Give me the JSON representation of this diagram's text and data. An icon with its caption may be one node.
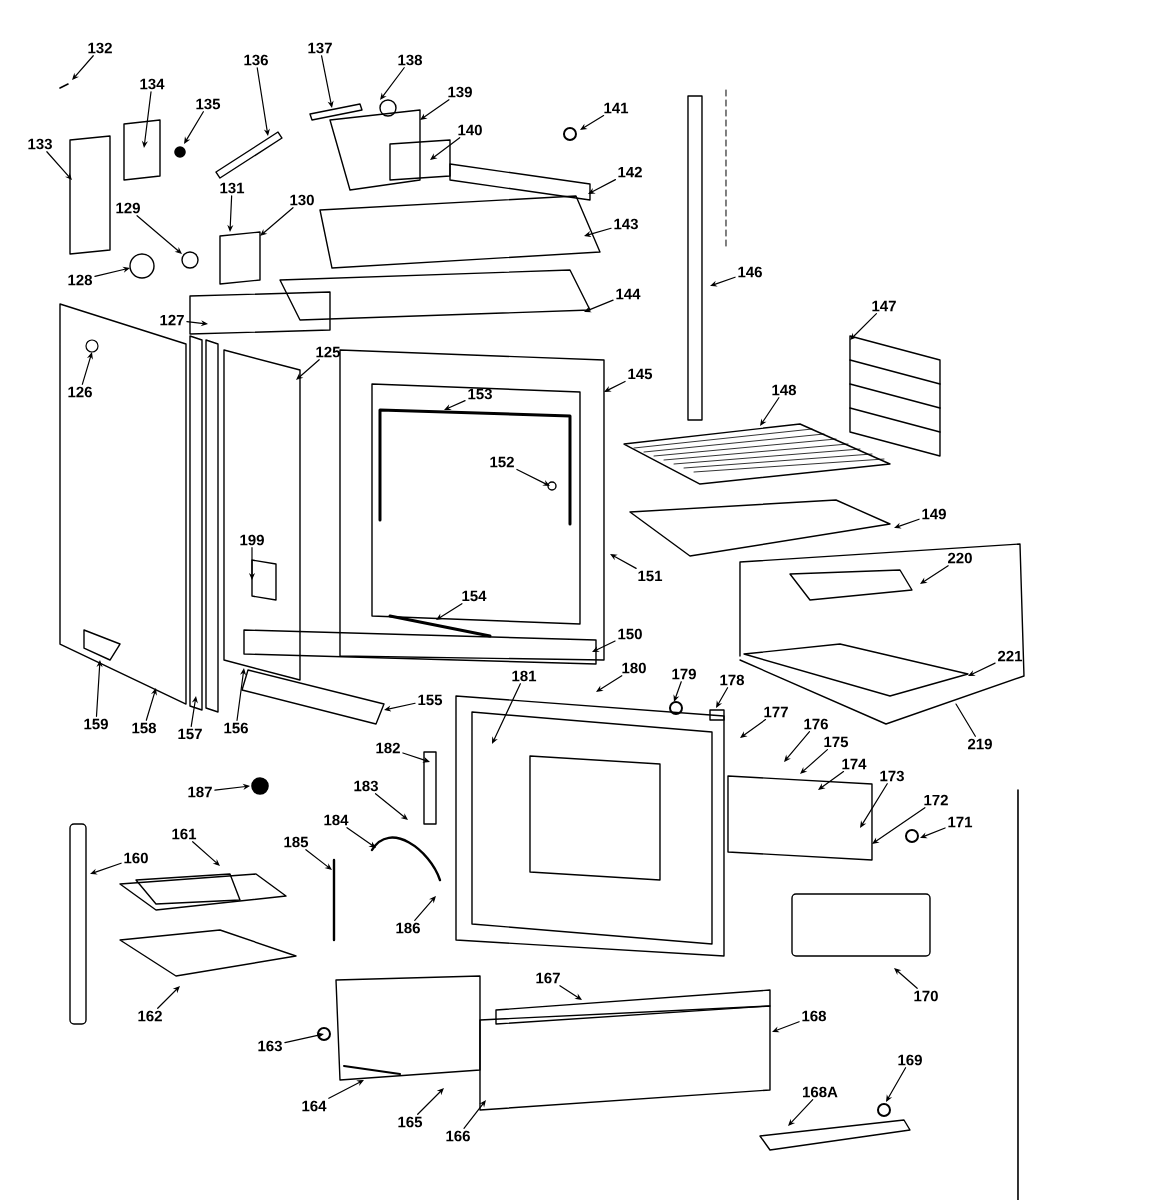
{
  "diagram": {
    "nodes": [
      {
        "text": [
          "136"
        ]
      },
      {
        "text": [
          "137"
        ]
      },
      {
        "text": [
          "138"
        ]
      },
      {
        "text": [
          "132"
        ]
      },
      {
        "text": [
          "139"
        ]
      },
      {
        "text": [
          "141"
        ]
      },
      {
        "text": [
          "134"
        ]
      },
      {
        "text": [
          "133"
        ]
      },
      {
        "text": [
          "135"
        ]
      },
      {
        "text": [
          "140"
        ]
      },
      {
        "text": [
          "142"
        ]
      },
      {
        "text": [
          "131"
        ]
      },
      {
        "text": [
          "130"
        ]
      },
      {
        "text": [
          "143"
        ]
      },
      {
        "text": [
          "129"
        ]
      },
      {
        "text": [
          "146"
        ]
      },
      {
        "text": [
          "128"
        ]
      },
      {
        "text": [
          "144"
        ]
      },
      {
        "text": [
          "127"
        ]
      },
      {
        "text": [
          "147"
        ]
      },
      {
        "text": [
          "125"
        ]
      },
      {
        "text": [
          "126"
        ]
      },
      {
        "text": [
          "145"
        ]
      },
      {
        "text": [
          "148"
        ]
      },
      {
        "text": [
          "153"
        ]
      },
      {
        "text": [
          "152"
        ]
      },
      {
        "text": [
          "149"
        ]
      },
      {
        "text": [
          "199"
        ]
      },
      {
        "text": [
          "220"
        ]
      },
      {
        "text": [
          "151"
        ]
      },
      {
        "text": [
          "154"
        ]
      },
      {
        "text": [
          "150"
        ]
      },
      {
        "text": [
          "221"
        ]
      },
      {
        "text": [
          "180"
        ]
      },
      {
        "text": [
          "158"
        ]
      },
      {
        "text": [
          "156"
        ]
      },
      {
        "text": [
          "179"
        ]
      },
      {
        "text": [
          "178"
        ]
      },
      {
        "text": [
          "157"
        ]
      },
      {
        "text": [
          "159"
        ]
      },
      {
        "text": [
          "155"
        ]
      },
      {
        "text": [
          "181"
        ]
      },
      {
        "text": [
          "177"
        ]
      },
      {
        "text": [
          "176"
        ]
      },
      {
        "text": [
          "175"
        ]
      },
      {
        "text": [
          "219"
        ]
      },
      {
        "text": [
          "182"
        ]
      },
      {
        "text": [
          "174"
        ]
      },
      {
        "text": [
          "187"
        ]
      },
      {
        "text": [
          "173"
        ]
      },
      {
        "text": [
          "183"
        ]
      },
      {
        "text": [
          "172"
        ]
      },
      {
        "text": [
          "171"
        ]
      },
      {
        "text": [
          "184"
        ]
      },
      {
        "text": [
          "185"
        ]
      },
      {
        "text": [
          "161"
        ]
      },
      {
        "text": [
          "160"
        ]
      },
      {
        "text": [
          "186"
        ]
      },
      {
        "text": [
          "167"
        ]
      },
      {
        "text": [
          "170"
        ]
      },
      {
        "text": [
          "162"
        ]
      },
      {
        "text": [
          "168"
        ]
      },
      {
        "text": [
          "163"
        ]
      },
      {
        "text": [
          "169"
        ]
      },
      {
        "text": [
          "168A"
        ]
      },
      {
        "text": [
          "164"
        ]
      },
      {
        "text": [
          "165"
        ]
      },
      {
        "text": [
          "166"
        ]
      }
    ],
    "edges": [
      {
        "from": 0,
        "to": null,
        "arrow": "to"
      },
      {
        "from": 1,
        "to": null,
        "arrow": "to"
      },
      {
        "from": 2,
        "to": null,
        "arrow": "to"
      },
      {
        "from": 3,
        "to": null,
        "arrow": "to"
      },
      {
        "from": 4,
        "to": null,
        "arrow": "to"
      },
      {
        "from": 5,
        "to": null,
        "arrow": "to"
      },
      {
        "from": 6,
        "to": null,
        "arrow": "to"
      },
      {
        "from": 7,
        "to": null,
        "arrow": "to"
      },
      {
        "from": 8,
        "to": null,
        "arrow": "to"
      },
      {
        "from": 9,
        "to": null,
        "arrow": "to"
      },
      {
        "from": 10,
        "to": null,
        "arrow": "to"
      },
      {
        "from": 11,
        "to": null,
        "arrow": "to"
      },
      {
        "from": 12,
        "to": null,
        "arrow": "to"
      },
      {
        "from": 13,
        "to": null,
        "arrow": "to"
      },
      {
        "from": 14,
        "to": null,
        "arrow": "to"
      },
      {
        "from": 15,
        "to": null,
        "arrow": "to"
      },
      {
        "from": 16,
        "to": null,
        "arrow": "to"
      },
      {
        "from": 17,
        "to": null,
        "arrow": "to"
      },
      {
        "from": 18,
        "to": null,
        "arrow": "to"
      },
      {
        "from": 19,
        "to": null,
        "arrow": "to"
      },
      {
        "from": 20,
        "to": null,
        "arrow": "to"
      },
      {
        "from": 21,
        "to": null,
        "arrow": "to"
      },
      {
        "from": 22,
        "to": null,
        "arrow": "to"
      },
      {
        "from": 23,
        "to": null,
        "arrow": "to"
      },
      {
        "from": 24,
        "to": null,
        "arrow": "to"
      },
      {
        "from": 25,
        "to": null,
        "arrow": "to"
      },
      {
        "from": 26,
        "to": null,
        "arrow": "to"
      },
      {
        "from": 27,
        "to": null,
        "arrow": "to"
      },
      {
        "from": 28,
        "to": null,
        "arrow": "to"
      },
      {
        "from": 29,
        "to": null,
        "arrow": "to"
      },
      {
        "from": 30,
        "to": null,
        "arrow": "to"
      },
      {
        "from": 31,
        "to": null,
        "arrow": "to"
      },
      {
        "from": 32,
        "to": null,
        "arrow": "to"
      },
      {
        "from": 33,
        "to": null,
        "arrow": "to"
      },
      {
        "from": 34,
        "to": null,
        "arrow": "to"
      },
      {
        "from": 35,
        "to": null,
        "arrow": "to"
      },
      {
        "from": 36,
        "to": null,
        "arrow": "to"
      },
      {
        "from": 37,
        "to": null,
        "arrow": "to"
      },
      {
        "from": 38,
        "to": null,
        "arrow": "to"
      },
      {
        "from": 39,
        "to": null,
        "arrow": "to"
      },
      {
        "from": 40,
        "to": null,
        "arrow": "to"
      },
      {
        "from": 41,
        "to": null,
        "arrow": "to"
      },
      {
        "from": 42,
        "to": null,
        "arrow": "to"
      },
      {
        "from": 43,
        "to": null,
        "arrow": "to"
      },
      {
        "from": 44,
        "to": null,
        "arrow": "to"
      },
      {
        "from": 45,
        "to": null,
        "arrow": "none"
      },
      {
        "from": 46,
        "to": null,
        "arrow": "to"
      },
      {
        "from": 47,
        "to": null,
        "arrow": "to"
      },
      {
        "from": 48,
        "to": null,
        "arrow": "to"
      },
      {
        "from": 49,
        "to": null,
        "arrow": "to"
      },
      {
        "from": 50,
        "to": null,
        "arrow": "to"
      },
      {
        "from": 51,
        "to": null,
        "arrow": "to"
      },
      {
        "from": 52,
        "to": null,
        "arrow": "to"
      },
      {
        "from": 53,
        "to": null,
        "arrow": "to"
      },
      {
        "from": 54,
        "to": null,
        "arrow": "to"
      },
      {
        "from": 55,
        "to": null,
        "arrow": "to"
      },
      {
        "from": 56,
        "to": null,
        "arrow": "to"
      },
      {
        "from": 57,
        "to": null,
        "arrow": "to"
      },
      {
        "from": 58,
        "to": null,
        "arrow": "to"
      },
      {
        "from": 59,
        "to": null,
        "arrow": "to"
      },
      {
        "from": 60,
        "to": null,
        "arrow": "to"
      },
      {
        "from": 61,
        "to": null,
        "arrow": "to"
      },
      {
        "from": 62,
        "to": null,
        "arrow": "to"
      },
      {
        "from": 63,
        "to": null,
        "arrow": "to"
      },
      {
        "from": 64,
        "to": null,
        "arrow": "to"
      },
      {
        "from": 65,
        "to": null,
        "arrow": "to"
      },
      {
        "from": 66,
        "to": null,
        "arrow": "to"
      },
      {
        "from": 67,
        "to": null,
        "arrow": "to"
      }
    ]
  }
}
